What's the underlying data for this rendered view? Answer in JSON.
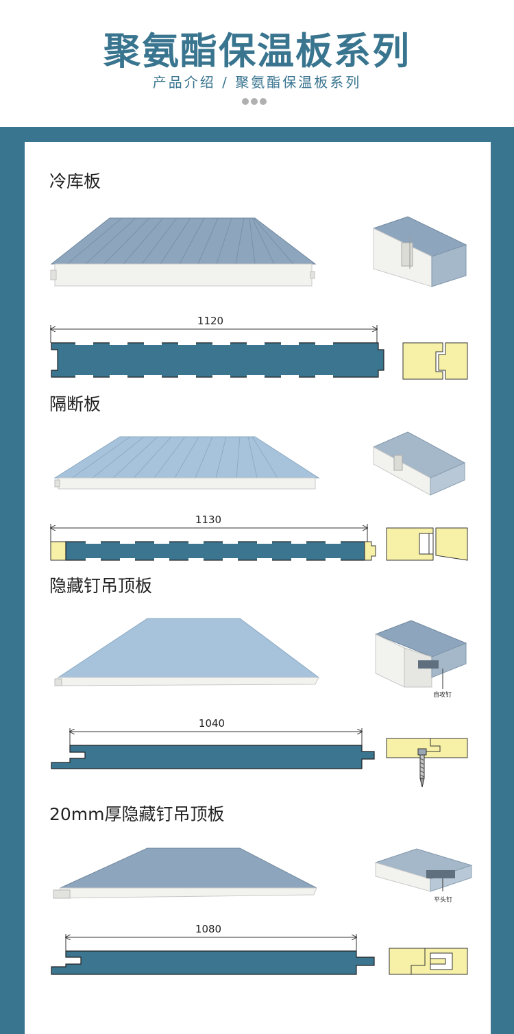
{
  "header": {
    "title": "聚氨酯保温板系列",
    "subtitle": "产品介绍 / 聚氨酯保温板系列"
  },
  "sections": [
    {
      "title": "冷库板",
      "dimension": "1120"
    },
    {
      "title": "隔断板",
      "dimension": "1130"
    },
    {
      "title": "隐藏钉吊顶板",
      "dimension": "1040",
      "note": "自攻钉"
    },
    {
      "title": "20mm厚隐藏钉吊顶板",
      "dimension": "1080",
      "note": "平头钉"
    }
  ],
  "colors": {
    "brand": "#3a7590",
    "panel_top": "#8ea6bd",
    "panel_top_light": "#a7c3dc",
    "panel_core": "#f2f2ee",
    "section_fill": "#3b758f",
    "joint_fill": "#f7f1a8"
  }
}
